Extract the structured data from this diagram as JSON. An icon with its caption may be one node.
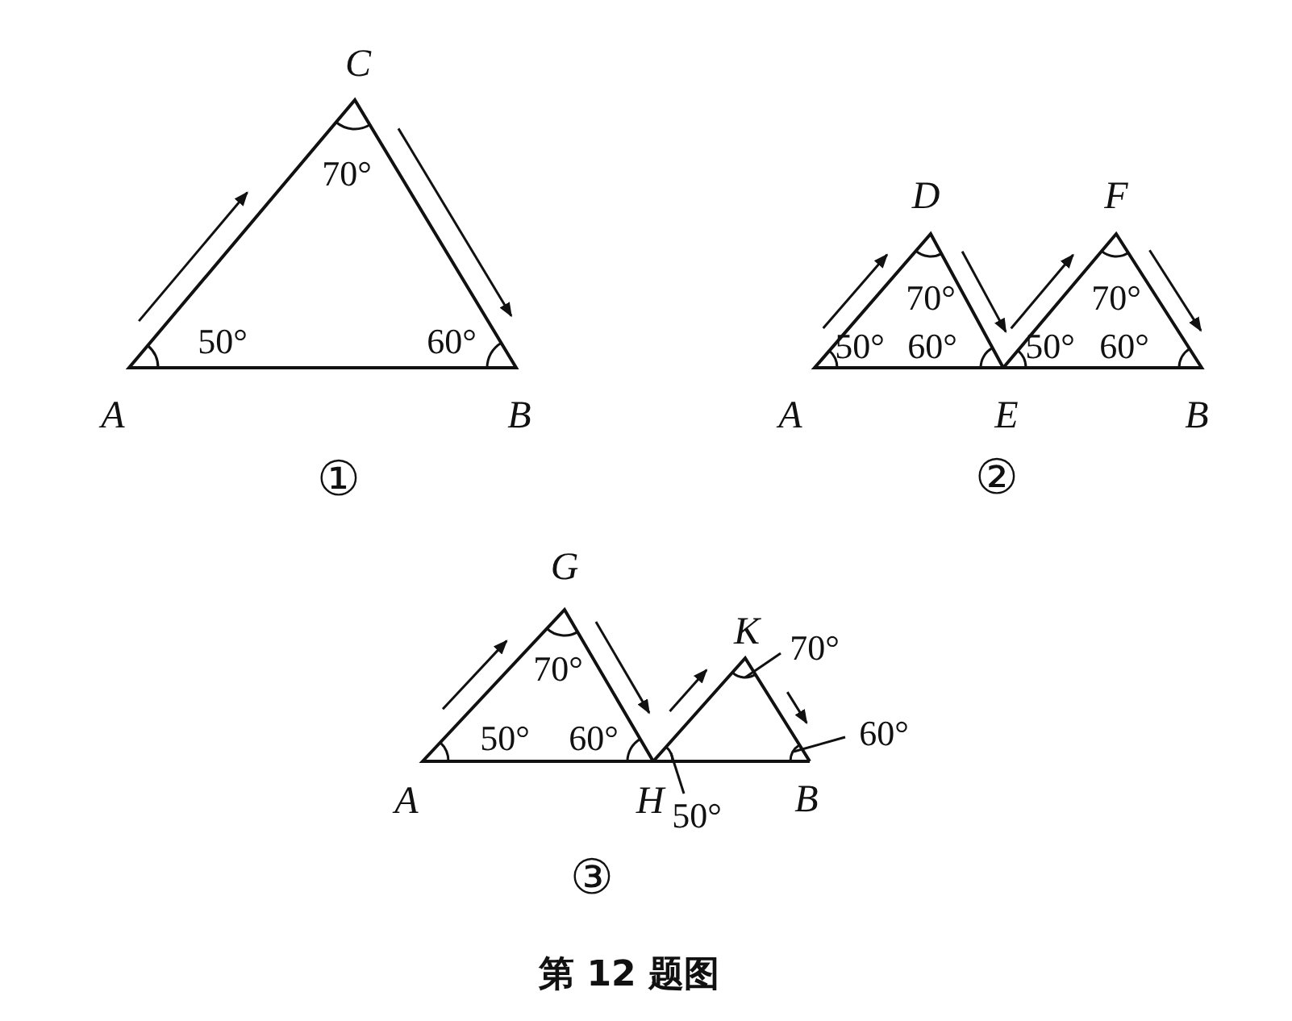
{
  "diagram": {
    "caption": "第 12 题图",
    "nodes": [
      {
        "text": [
          "70°"
        ]
      },
      {
        "text": [
          "60°"
        ]
      },
      {
        "text": [
          "50°"
        ]
      },
      {
        "text": [],
        "shape": "arc"
      },
      {
        "text": [],
        "shape": "arc"
      },
      {
        "text": [],
        "shape": "arc"
      }
    ],
    "edges": [
      {
        "from": 0,
        "to": 3,
        "arrow": "none"
      },
      {
        "from": 1,
        "to": 4,
        "arrow": "none"
      },
      {
        "from": 2,
        "to": 5,
        "arrow": "none"
      }
    ],
    "labels": [
      "C",
      "70°",
      "50°",
      "60°",
      "A",
      "B",
      "①",
      "D",
      "F",
      "70°",
      "70°",
      "50°",
      "60°",
      "50°",
      "60°",
      "A",
      "E",
      "B",
      "②",
      "G",
      "K",
      "70°",
      "50°",
      "60°",
      "A",
      "H",
      "B",
      "③"
    ]
  }
}
